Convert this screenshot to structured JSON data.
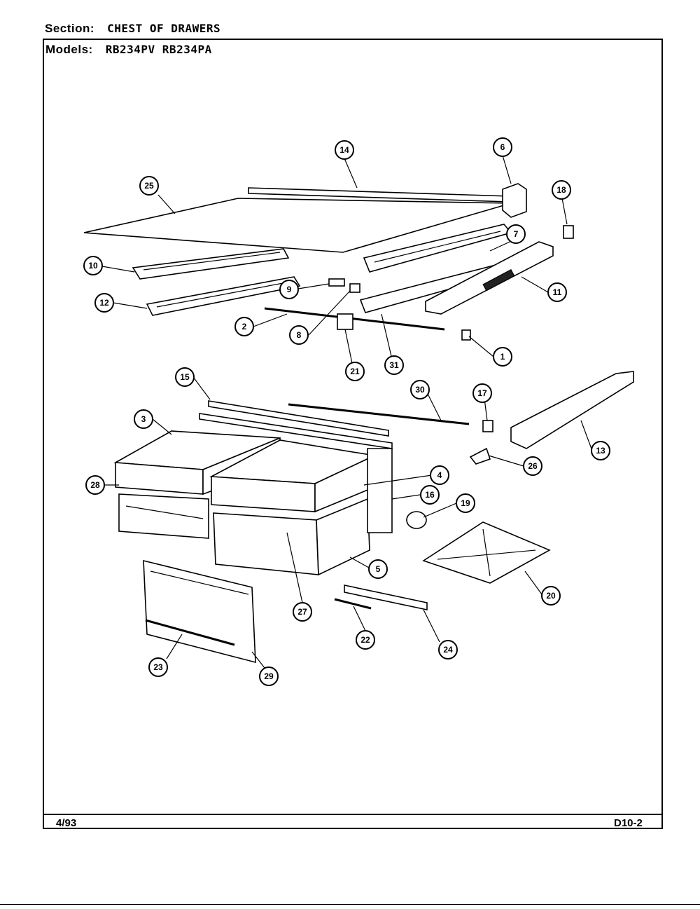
{
  "header": {
    "section_label": "Section:",
    "section_value": "CHEST OF DRAWERS",
    "models_label": "Models:",
    "models_value": "RB234PV RB234PA"
  },
  "footer": {
    "date": "4/93",
    "page_code": "D10-2"
  },
  "callouts": [
    "14",
    "6",
    "25",
    "18",
    "7",
    "10",
    "9",
    "11",
    "12",
    "2",
    "8",
    "31",
    "1",
    "21",
    "15",
    "30",
    "17",
    "3",
    "13",
    "28",
    "4",
    "26",
    "16",
    "19",
    "5",
    "20",
    "27",
    "22",
    "24",
    "23",
    "29"
  ]
}
